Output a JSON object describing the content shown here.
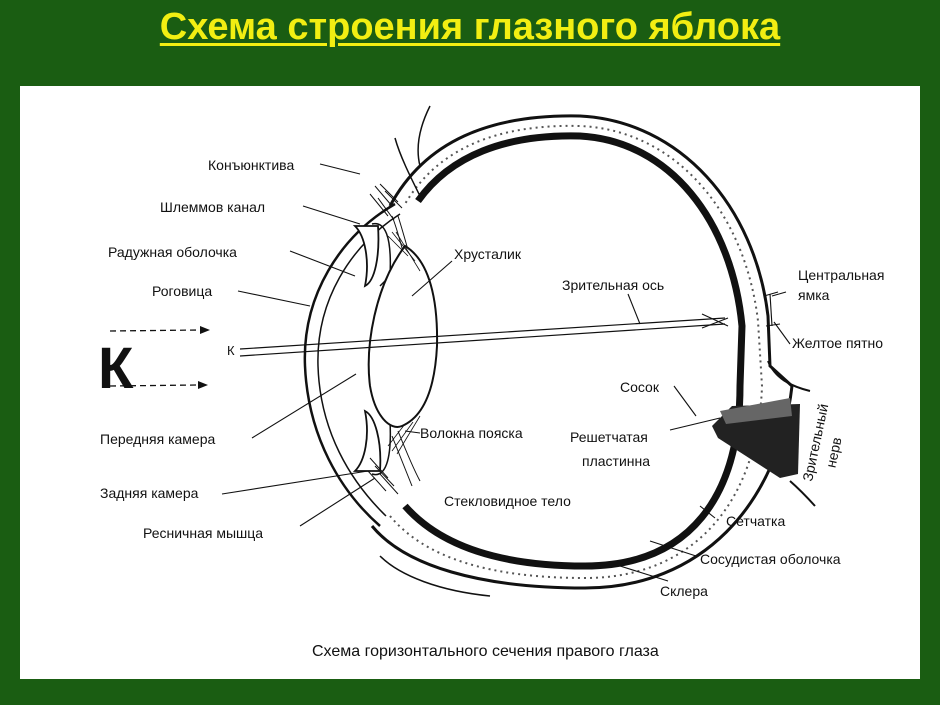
{
  "title": "Схема строения глазного яблока",
  "caption": "Схема горизонтального сечения правого глаза",
  "colors": {
    "background": "#1a5d12",
    "title": "#f2ee12",
    "panel": "#ffffff",
    "ink": "#111111"
  },
  "object_letter": "К",
  "object_letter_small": "К",
  "labels": {
    "conjunctiva": "Конъюнктива",
    "schlemm_canal": "Шлеммов канал",
    "iris": "Радужная  оболочка",
    "cornea": "Роговица",
    "lens": "Хрусталик",
    "visual_axis": "Зрительная ось",
    "fovea_line1": "Центральная",
    "fovea_line2": "ямка",
    "macula": "Желтое пятно",
    "papilla": "Сосок",
    "cribriform_line1": "Решетчатая",
    "cribriform_line2": "пластинна",
    "optic_nerve_line1": "Зрительный",
    "optic_nerve_line2": "нерв",
    "anterior_chamber": "Передняя камера",
    "zonule_fibers": "Волокна пояска",
    "posterior_chamber": "Задняя камера",
    "vitreous": "Стекловидное тело",
    "ciliary_muscle": "Ресничная мышца",
    "retina": "Сетчатка",
    "choroid": "Сосудистая оболочка",
    "sclera": "Склера"
  }
}
